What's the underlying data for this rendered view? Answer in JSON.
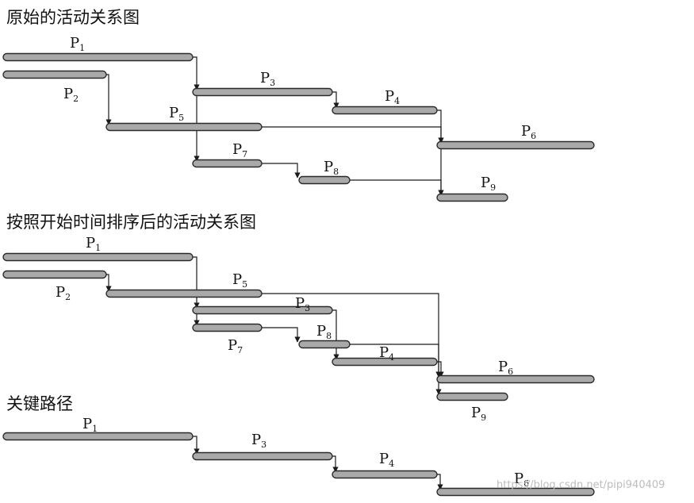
{
  "sections": [
    {
      "title": "原始的活动关系图",
      "bars": [
        {
          "id": "P1",
          "label": "P",
          "sub": "1"
        },
        {
          "id": "P2",
          "label": "P",
          "sub": "2"
        },
        {
          "id": "P3",
          "label": "P",
          "sub": "3"
        },
        {
          "id": "P4",
          "label": "P",
          "sub": "4"
        },
        {
          "id": "P5",
          "label": "P",
          "sub": "5"
        },
        {
          "id": "P6",
          "label": "P",
          "sub": "6"
        },
        {
          "id": "P7",
          "label": "P",
          "sub": "7"
        },
        {
          "id": "P8",
          "label": "P",
          "sub": "8"
        },
        {
          "id": "P9",
          "label": "P",
          "sub": "9"
        }
      ]
    },
    {
      "title": "按照开始时间排序后的活动关系图",
      "bars": [
        {
          "id": "P1",
          "label": "P",
          "sub": "1"
        },
        {
          "id": "P2",
          "label": "P",
          "sub": "2"
        },
        {
          "id": "P5",
          "label": "P",
          "sub": "5"
        },
        {
          "id": "P3",
          "label": "P",
          "sub": "3"
        },
        {
          "id": "P7",
          "label": "P",
          "sub": "7"
        },
        {
          "id": "P8",
          "label": "P",
          "sub": "8"
        },
        {
          "id": "P4",
          "label": "P",
          "sub": "4"
        },
        {
          "id": "P6",
          "label": "P",
          "sub": "6"
        },
        {
          "id": "P9",
          "label": "P",
          "sub": "9"
        }
      ]
    },
    {
      "title": "关键路径",
      "bars": [
        {
          "id": "P1",
          "label": "P",
          "sub": "1"
        },
        {
          "id": "P3",
          "label": "P",
          "sub": "3"
        },
        {
          "id": "P4",
          "label": "P",
          "sub": "4"
        },
        {
          "id": "P6",
          "label": "P",
          "sub": "6"
        }
      ]
    }
  ],
  "watermark": "https://blog.csdn.net/pipi940409",
  "colors": {
    "bar_fill": "#a9a9a9",
    "bar_stroke": "#2a2a2a",
    "line": "#1a1a1a",
    "text": "#111111"
  }
}
